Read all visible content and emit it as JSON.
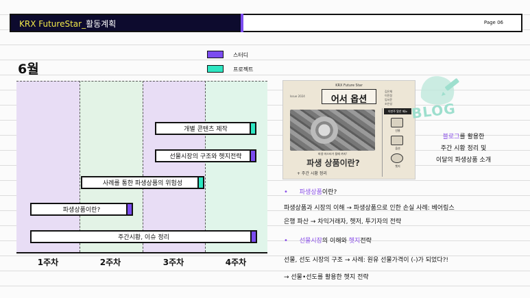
{
  "header": {
    "title_accent": "KRX FutureStar_",
    "title_main": "활동계획",
    "page": "Page 06"
  },
  "schedule": {
    "month": "6월",
    "legend": [
      {
        "label": "스터디",
        "color": "#7b4cf0"
      },
      {
        "label": "프로젝트",
        "color": "#2ee6c2"
      }
    ],
    "weeks": [
      "1주차",
      "2주차",
      "3주차",
      "4주차"
    ],
    "week_colors": [
      "#e8ddf5",
      "#e3f3e6",
      "#e8ddf5",
      "#e0f5ea"
    ],
    "tasks": [
      {
        "label": "개별 콘텐츠 제작",
        "cap": "#2ee6c2"
      },
      {
        "label": "선물시장의 구조와 헷지전략",
        "cap": "#7b4cf0"
      },
      {
        "label": "사례를 통한 파생상품의 위험성",
        "cap": "#2ee6c2"
      },
      {
        "label": "파생상품이란?",
        "cap": "#7b4cf0"
      },
      {
        "label": "주간시황, 이슈 정리",
        "cap": "#7b4cf0"
      }
    ]
  },
  "cover": {
    "publisher": "KRX Future Star",
    "title": "어서 옵션",
    "issue": "Issue 2024",
    "meta": [
      "김은채",
      "이민정",
      "임서윤",
      "조은성"
    ],
    "photo_caption": "파생 마스터가 될때 까지!",
    "headline": "파생 상품이란?",
    "subline": "+ 주간 시황 정리",
    "side_tag": "이번주 알찬 메뉴",
    "side_items": [
      "선물",
      "옵션",
      "헷지"
    ]
  },
  "blog": {
    "mark": "BLOG",
    "desc_accent": "블로그",
    "desc_line1_rest": "를 활용한",
    "desc_line2": "주간 시황 정리 및",
    "desc_line3": "이달의 파생상품 소개"
  },
  "notes": {
    "bullet": "•",
    "b1_accent": "파생상품",
    "b1_rest": "이란?",
    "p1_line1": "파생상품과 시장의 이해 → 파생상품으로 인한 손실 사례: 베어링스",
    "p1_line2": "은행 파산 → 차익거래자, 헷저, 투기자의 전략",
    "b2_accent1": "선물시장",
    "b2_mid": "의 이해와 ",
    "b2_accent2": "헷지",
    "b2_rest": "전략",
    "p2_line1": "선물, 선도 시장의 구조 → 사례: 원유 선물가격이 (-)가 되었다?!",
    "p2_line2": "→ 선물•선도를 활용한 헷지 전략"
  }
}
